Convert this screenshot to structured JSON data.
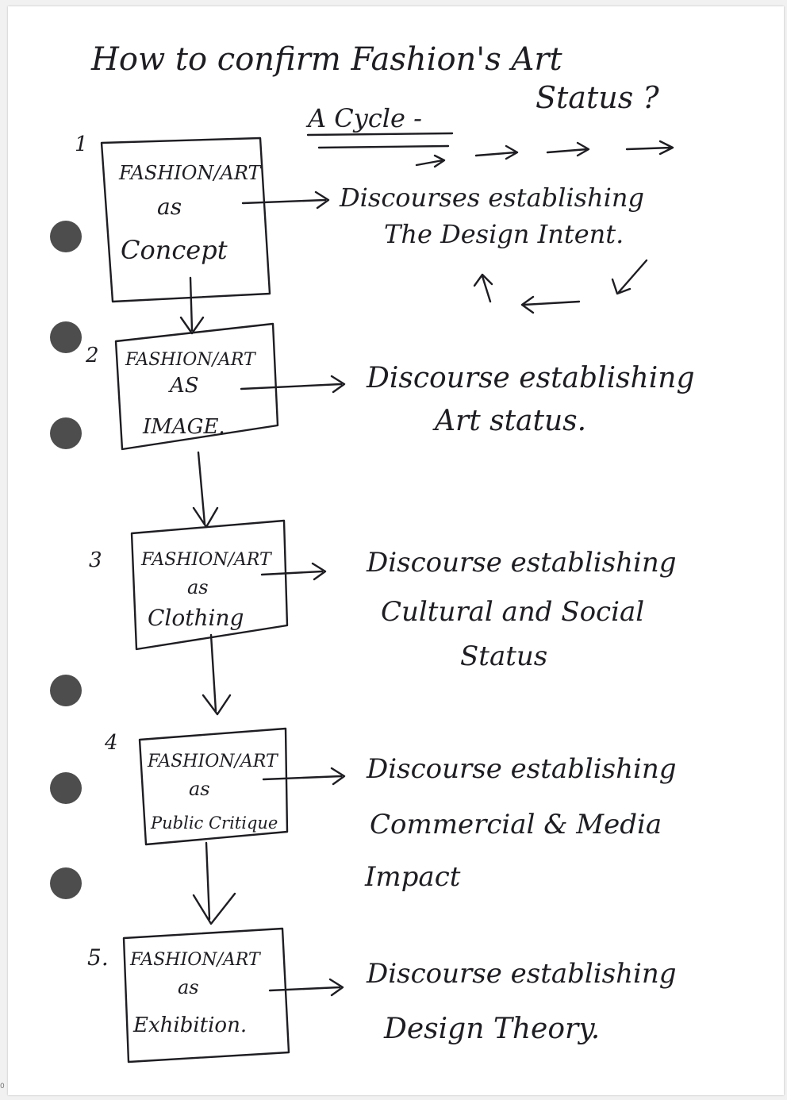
{
  "title": {
    "line1": "How to confirm Fashion's Art",
    "line2": "Status ?"
  },
  "cycle_label": "A Cycle -",
  "steps": [
    {
      "number": "1",
      "box": [
        "FASHION/ART",
        "as",
        "Concept"
      ],
      "discourse": [
        "Discourses establishing",
        "The Design Intent."
      ]
    },
    {
      "number": "2",
      "box": [
        "FASHION/ART",
        "AS",
        "IMAGE."
      ],
      "discourse": [
        "Discourse establishing",
        "Art status."
      ]
    },
    {
      "number": "3",
      "box": [
        "FASHION/ART",
        "as",
        "Clothing"
      ],
      "discourse": [
        "Discourse establishing",
        "Cultural and Social",
        "Status"
      ]
    },
    {
      "number": "4",
      "box": [
        "FASHION/ART",
        "as",
        "Public Critique"
      ],
      "discourse": [
        "Discourse establishing",
        "Commercial & Media",
        "Impact"
      ]
    },
    {
      "number": "5.",
      "box": [
        "FASHION/ART",
        "as",
        "Exhibition."
      ],
      "discourse": [
        "Discourse establishing",
        "Design Theory."
      ]
    }
  ],
  "corner_mark": "0"
}
